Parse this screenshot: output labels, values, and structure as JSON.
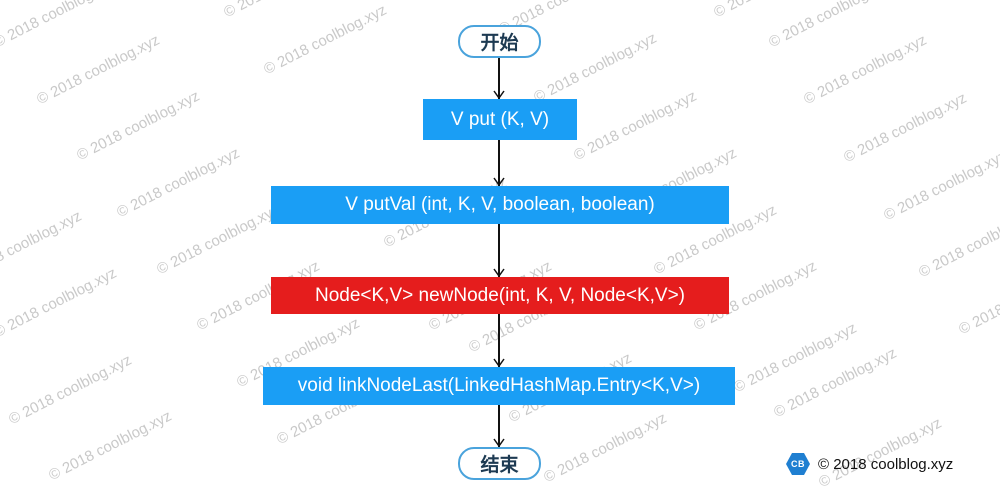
{
  "diagram": {
    "type": "flowchart",
    "nodes": {
      "start": "开始",
      "put": "V put (K, V)",
      "putval": "V putVal (int, K, V, boolean, boolean)",
      "newnode": "Node<K,V> newNode(int, K, V, Node<K,V>)",
      "linknodelast": "void linkNodeLast(LinkedHashMap.Entry<K,V>)",
      "end": "结束"
    },
    "edges": [
      [
        "start",
        "put"
      ],
      [
        "put",
        "putval"
      ],
      [
        "putval",
        "newnode"
      ],
      [
        "newnode",
        "linknodelast"
      ],
      [
        "linknodelast",
        "end"
      ]
    ],
    "colors": {
      "process": "#1a9ef5",
      "highlight": "#e51d1d",
      "terminal_border": "#4aa3dc",
      "terminal_text": "#1d3a52",
      "arrow": "#111111"
    }
  },
  "watermark": {
    "text": "© 2018 coolblog.xyz"
  },
  "brand": {
    "logo": "CB",
    "text": "© 2018 coolblog.xyz",
    "logo_color": "#1f7fd1"
  }
}
